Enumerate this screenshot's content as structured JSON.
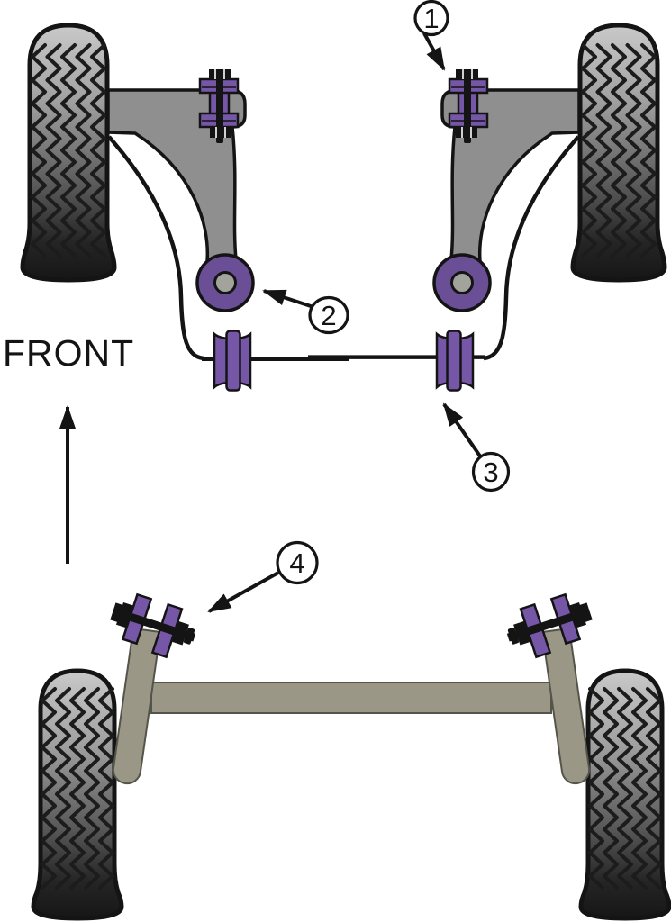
{
  "front_label": "FRONT",
  "callouts": [
    {
      "number": "1"
    },
    {
      "number": "2"
    },
    {
      "number": "3"
    },
    {
      "number": "4"
    }
  ],
  "colors": {
    "background": "#ffffff",
    "outline": "#141414",
    "bushing_purple": "#7656a6",
    "bushing_purple_dark": "#6a4e96",
    "arm_gray": "#8f8f8f",
    "beam_tan": "#9a9787",
    "beam_outline": "#55544a",
    "bushing_core_gray": "#a3a39e",
    "tread_black": "#1c1c1c"
  }
}
